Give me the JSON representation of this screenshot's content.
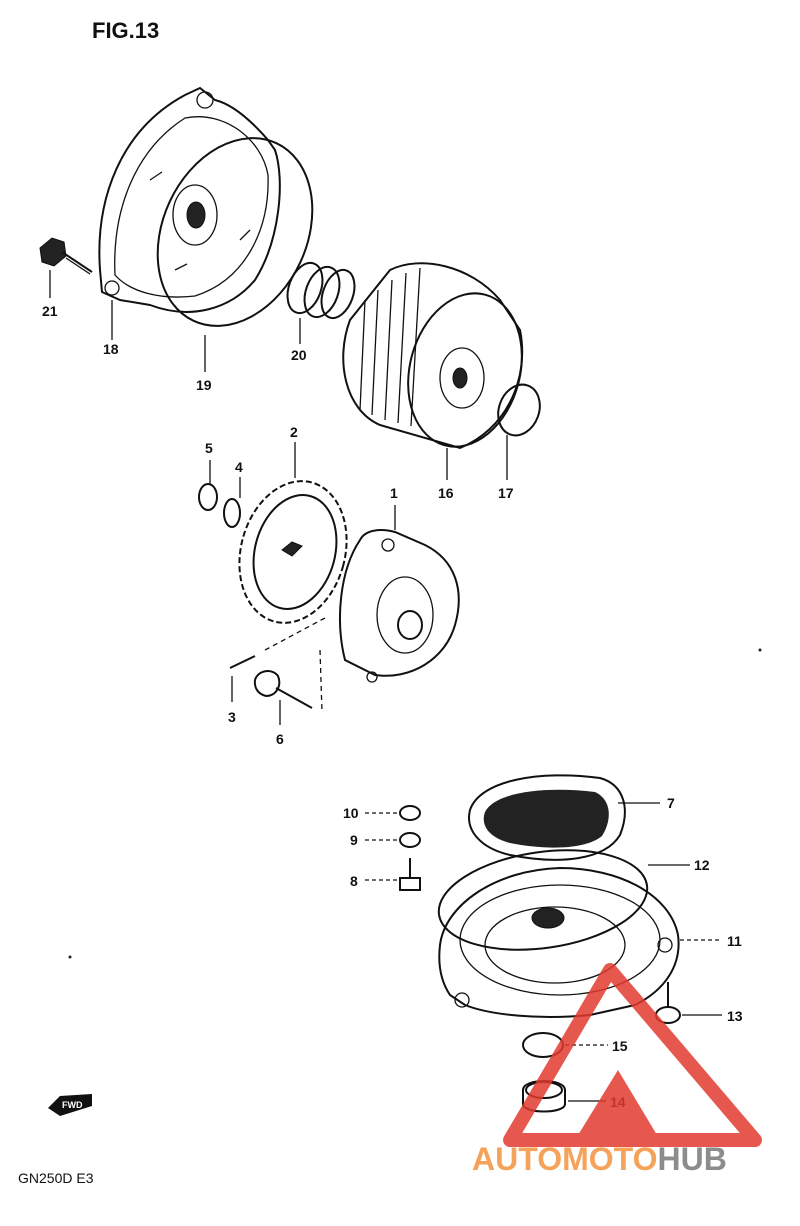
{
  "figure": {
    "title": "FIG.13",
    "model": "GN250D E3"
  },
  "fwd_label": "FWD",
  "watermark": {
    "part1": "AUTOMOTO",
    "part2": "HUB",
    "color1": "#f5a25a",
    "color2": "#8c8c8c",
    "accent": "#e23a2e"
  },
  "labels": {
    "p1": "1",
    "p2": "2",
    "p3": "3",
    "p4": "4",
    "p5": "5",
    "p6": "6",
    "p7": "7",
    "p8": "8",
    "p9": "9",
    "p10": "10",
    "p11": "11",
    "p12": "12",
    "p13": "13",
    "p14": "14",
    "p15": "15",
    "p16": "16",
    "p17": "17",
    "p18": "18",
    "p19": "19",
    "p20": "20",
    "p21": "21"
  }
}
